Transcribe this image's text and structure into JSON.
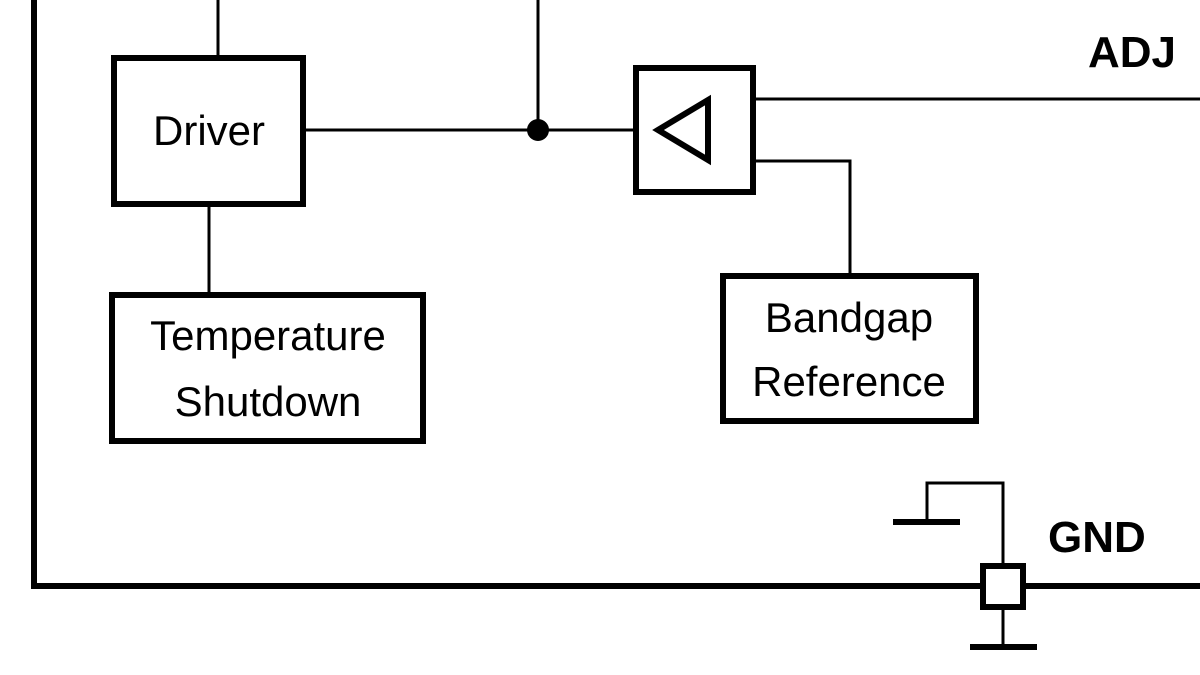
{
  "blocks": {
    "driver": {
      "label": "Driver"
    },
    "temperature_shutdown": {
      "line1": "Temperature",
      "line2": "Shutdown"
    },
    "bandgap_reference": {
      "line1": "Bandgap",
      "line2": "Reference"
    }
  },
  "pins": {
    "adj": {
      "label": "ADJ"
    },
    "gnd": {
      "label": "GND"
    }
  },
  "colors": {
    "stroke": "#000000",
    "background": "#ffffff"
  },
  "icons": {
    "error_amplifier": "triangle-left-icon",
    "ground": "ground-symbol-icon",
    "pin": "pin-square-icon"
  }
}
